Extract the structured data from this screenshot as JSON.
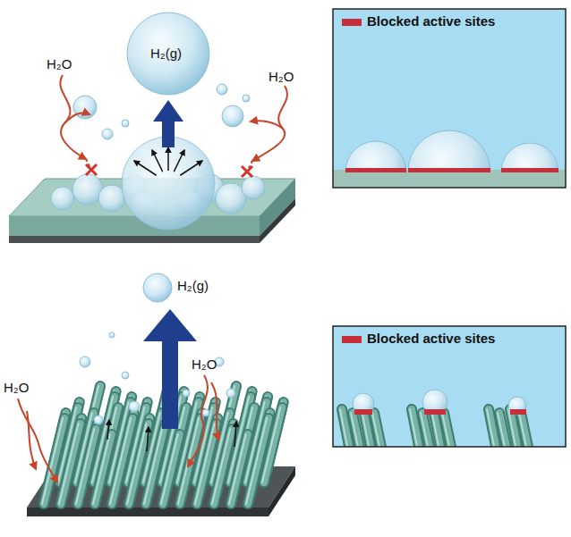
{
  "diagram": {
    "labels": [
      "H₂(g)",
      "H₂O",
      "H₂O",
      "H₂(g)",
      "H₂O",
      "H₂O"
    ],
    "legend": [
      {
        "text": "Blocked active sites",
        "color": "#c62e3a"
      },
      {
        "text": "Blocked active sites",
        "color": "#c62e3a"
      }
    ]
  }
}
